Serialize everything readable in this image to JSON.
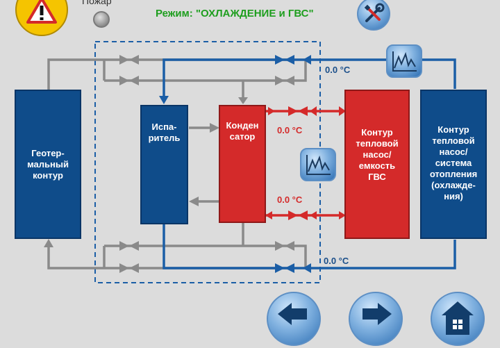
{
  "header": {
    "mode_text": "Режим: \"ОХЛАЖДЕНИЕ и ГВС\"",
    "fire_label": "Пожар"
  },
  "blocks": {
    "geothermal": "Геотер-\nмальный\nконтур",
    "evaporator": "Испа-\nритель",
    "condenser": "Конден\nсатор",
    "hot_water": "Контур\nтепловой\nнасос/\nемкость\nГВС",
    "heating": "Контур\nтепловой\nнасос/\nсистема\nотопления\n(охлажде-\nния)"
  },
  "readouts": {
    "top_blue": "0.0  °C",
    "bottom_blue": "0.0  °C",
    "red_upper": "0.0  °C",
    "red_lower": "0.0  °C"
  },
  "icons": {
    "warning": "warning-triangle-icon",
    "fire_lamp": "indicator-lamp-icon",
    "tools": "tools-icon",
    "trend": "trend-chart-icon",
    "back": "arrow-left-icon",
    "forward": "arrow-right-icon",
    "home": "home-icon"
  },
  "colors": {
    "background": "#dcdcdc",
    "blue": "#0f4c8a",
    "red": "#d42a2a",
    "gray_line": "#8a8a8a",
    "mode_text": "#1e9e1e"
  }
}
